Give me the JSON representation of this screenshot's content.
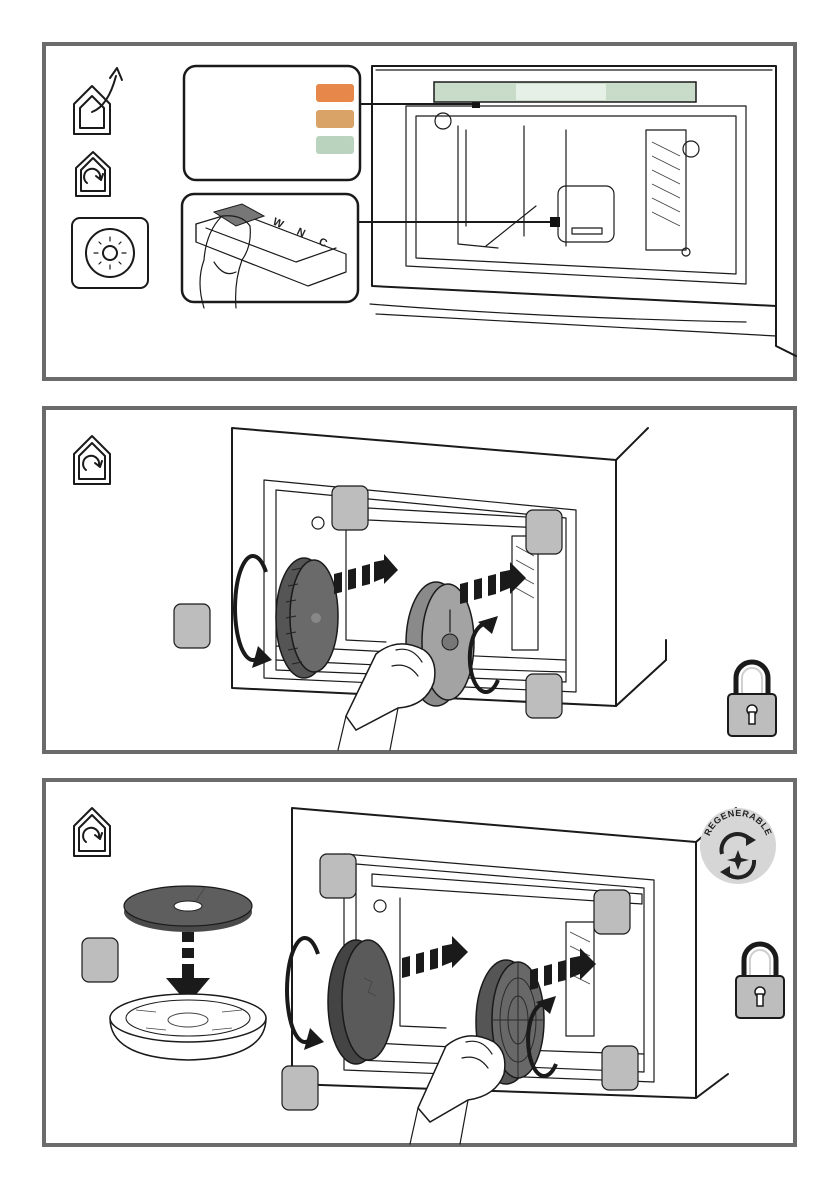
{
  "colors": {
    "frame": "#6b6b6b",
    "led_orange": "#e8874a",
    "led_amber": "#d9a266",
    "led_green": "#b9d3bf",
    "lightbar_green": "#c9dcc9",
    "step_badge": "#bdbdbd",
    "filter_dark": "#555555",
    "regenerable_badge": "#d6d6d6"
  },
  "panel1": {
    "icons": [
      "house-exit-icon",
      "house-cycle-icon",
      "light-dial-icon"
    ],
    "switch_labels": [
      "W",
      "N",
      "C"
    ]
  },
  "panel2": {
    "icons": [
      "house-cycle-icon",
      "padlock-icon"
    ],
    "step_badges": 4
  },
  "panel3": {
    "icons": [
      "house-cycle-icon",
      "regenerable-icon",
      "padlock-icon"
    ],
    "regenerable_label": "REGENERABLE",
    "step_badges": 5
  }
}
